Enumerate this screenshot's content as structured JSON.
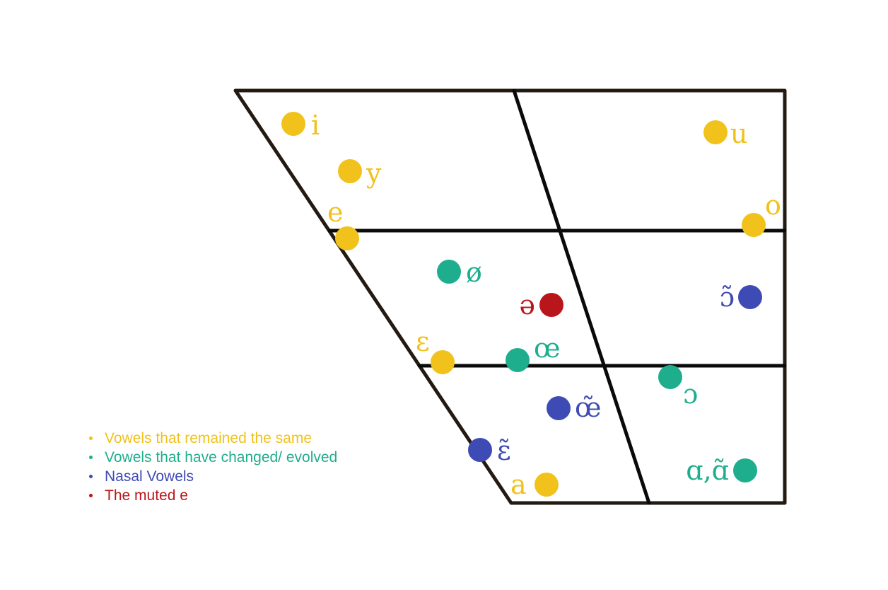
{
  "colors": {
    "same": "#f1c21b",
    "changed": "#1fae8d",
    "nasal": "#3f4bb5",
    "muted": "#b9161b"
  },
  "vowels": [
    {
      "id": "i",
      "label": "i",
      "group": "same"
    },
    {
      "id": "y",
      "label": "y",
      "group": "same"
    },
    {
      "id": "e",
      "label": "e",
      "group": "same"
    },
    {
      "id": "u",
      "label": "u",
      "group": "same"
    },
    {
      "id": "o",
      "label": "o",
      "group": "same"
    },
    {
      "id": "o-slash",
      "label": "ø",
      "group": "changed"
    },
    {
      "id": "schwa",
      "label": "ə",
      "group": "muted"
    },
    {
      "id": "o-nasal",
      "label": "ɔ̃",
      "group": "nasal"
    },
    {
      "id": "epsilon",
      "label": "ɛ",
      "group": "same"
    },
    {
      "id": "oe",
      "label": "œ",
      "group": "changed"
    },
    {
      "id": "open-o",
      "label": "ɔ",
      "group": "changed"
    },
    {
      "id": "oe-nasal",
      "label": "œ̃",
      "group": "nasal"
    },
    {
      "id": "epsilon-nasal",
      "label": "ɛ̃",
      "group": "nasal"
    },
    {
      "id": "a",
      "label": "a",
      "group": "same"
    },
    {
      "id": "alpha",
      "label": "ɑ,ɑ̃",
      "group": "changed"
    }
  ],
  "legend": [
    {
      "group": "same",
      "label": "Vowels that remained the same"
    },
    {
      "group": "changed",
      "label": "Vowels that have changed/ evolved"
    },
    {
      "group": "nasal",
      "label": "Nasal Vowels"
    },
    {
      "group": "muted",
      "label": "The muted e"
    }
  ]
}
